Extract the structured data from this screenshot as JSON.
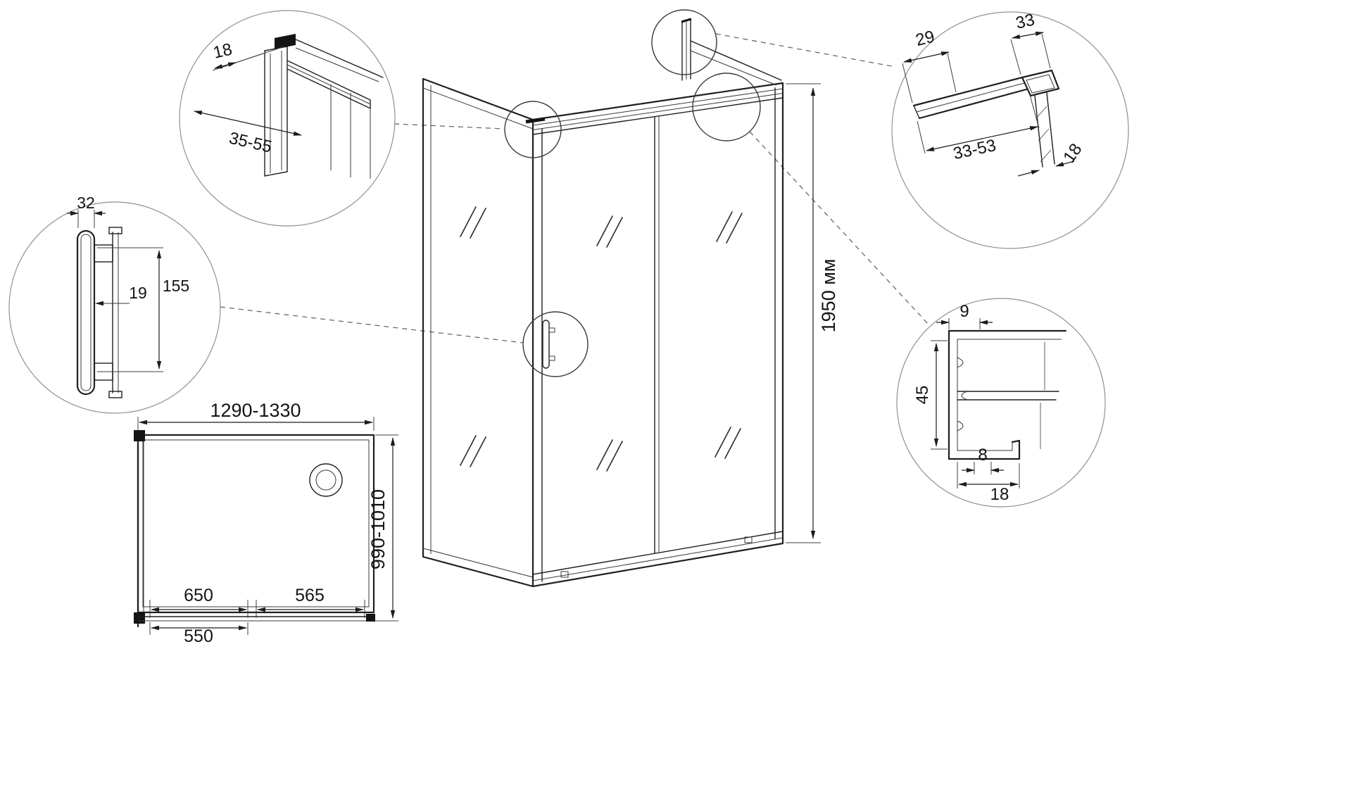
{
  "main_view": {
    "height_dim": "1950 мм"
  },
  "detail_top_left": {
    "dim_glass": "18",
    "dim_adjust_range": "35-55"
  },
  "detail_handle": {
    "dim_width": "32",
    "dim_centers": "155",
    "dim_bar": "19"
  },
  "detail_top_right": {
    "dim_a": "29",
    "dim_b": "33",
    "dim_adjust_range": "33-53",
    "dim_glass": "18"
  },
  "detail_profile_right": {
    "dim_lip": "9",
    "dim_height": "45",
    "dim_bottom_lip": "8",
    "dim_depth": "18"
  },
  "plan_view": {
    "dim_width_range": "1290-1330",
    "dim_depth_range": "990-1010",
    "dim_door": "650",
    "dim_fixed_panel": "565",
    "dim_entry": "550"
  }
}
